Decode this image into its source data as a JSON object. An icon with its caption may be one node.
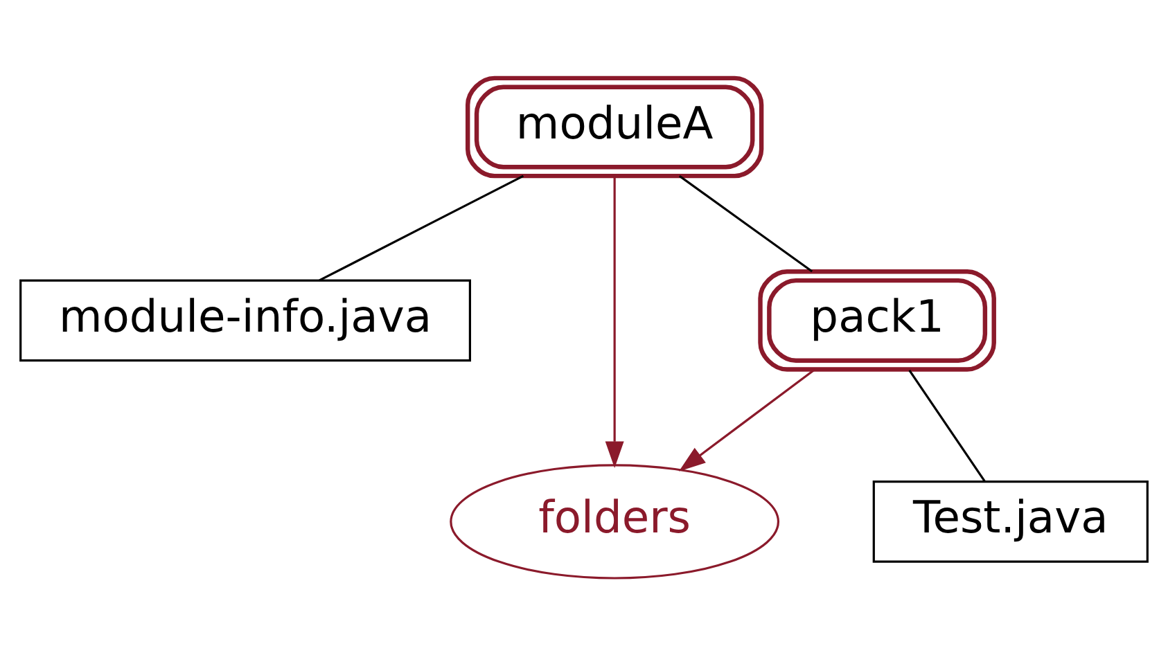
{
  "diagram": {
    "nodes": [
      {
        "text": [
          "moduleA"
        ]
      },
      {
        "text": [
          "module-info.java"
        ]
      },
      {
        "text": [
          "folders"
        ]
      },
      {
        "text": [
          "pack1"
        ]
      },
      {
        "text": [
          "Test.java"
        ]
      }
    ],
    "edges": [
      {
        "from": 0,
        "to": 1,
        "arrow": "none"
      },
      {
        "from": 0,
        "to": 3,
        "arrow": "none"
      },
      {
        "from": 3,
        "to": 4,
        "arrow": "none"
      },
      {
        "from": 0,
        "to": 2,
        "arrow": "to",
        "color": "#8b1a2b"
      },
      {
        "from": 3,
        "to": 2,
        "arrow": "to",
        "color": "#8b1a2b"
      }
    ]
  }
}
